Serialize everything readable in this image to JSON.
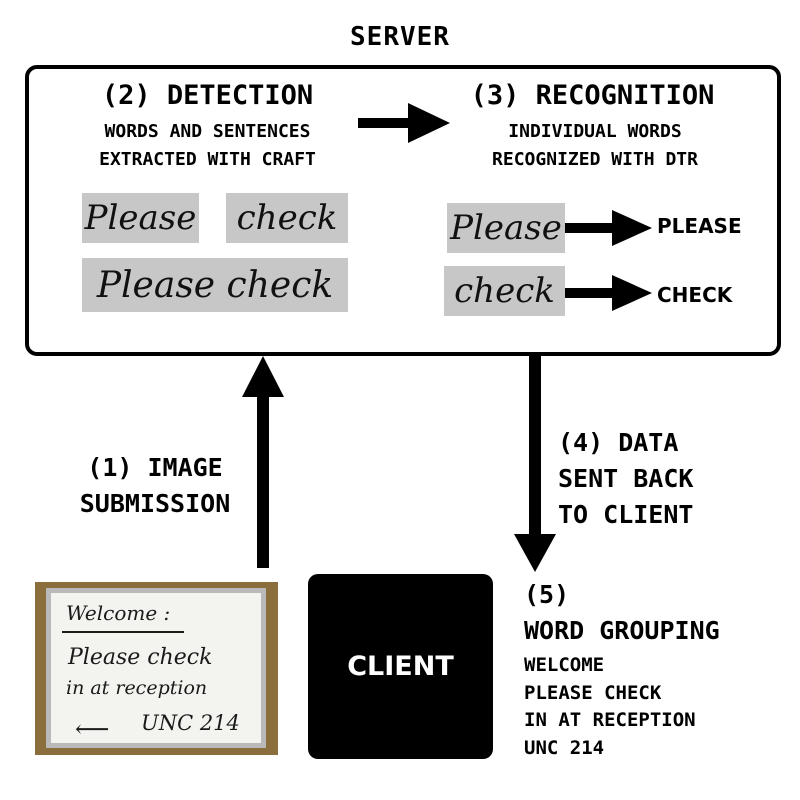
{
  "server": {
    "title": "SERVER"
  },
  "detection": {
    "title": "(2) DETECTION",
    "description_lines": [
      "WORDS AND SENTENCES",
      "EXTRACTED WITH CRAFT"
    ],
    "crops": [
      "Please",
      "check",
      "Please check"
    ]
  },
  "recognition": {
    "title": "(3) RECOGNITION",
    "description_lines": [
      "INDIVIDUAL WORDS",
      "RECOGNIZED WITH DTR"
    ],
    "inputs": [
      "Please",
      "check"
    ],
    "outputs": [
      "PLEASE",
      "CHECK"
    ]
  },
  "step1": {
    "lines": [
      "(1) IMAGE",
      "SUBMISSION"
    ]
  },
  "step4": {
    "lines": [
      "(4) DATA",
      "SENT BACK",
      "TO CLIENT"
    ]
  },
  "client": {
    "label": "CLIENT"
  },
  "whiteboard": {
    "lines": [
      "Welcome :",
      "Please check",
      "in at reception",
      "UNC 214"
    ]
  },
  "step5": {
    "number": "(5)",
    "title": "WORD GROUPING",
    "lines": [
      "WELCOME",
      "PLEASE CHECK",
      "IN AT RECEPTION",
      "UNC 214"
    ]
  },
  "colors": {
    "foreground": "#000000",
    "background": "#ffffff",
    "crop_bg": "#c7c7c7"
  }
}
